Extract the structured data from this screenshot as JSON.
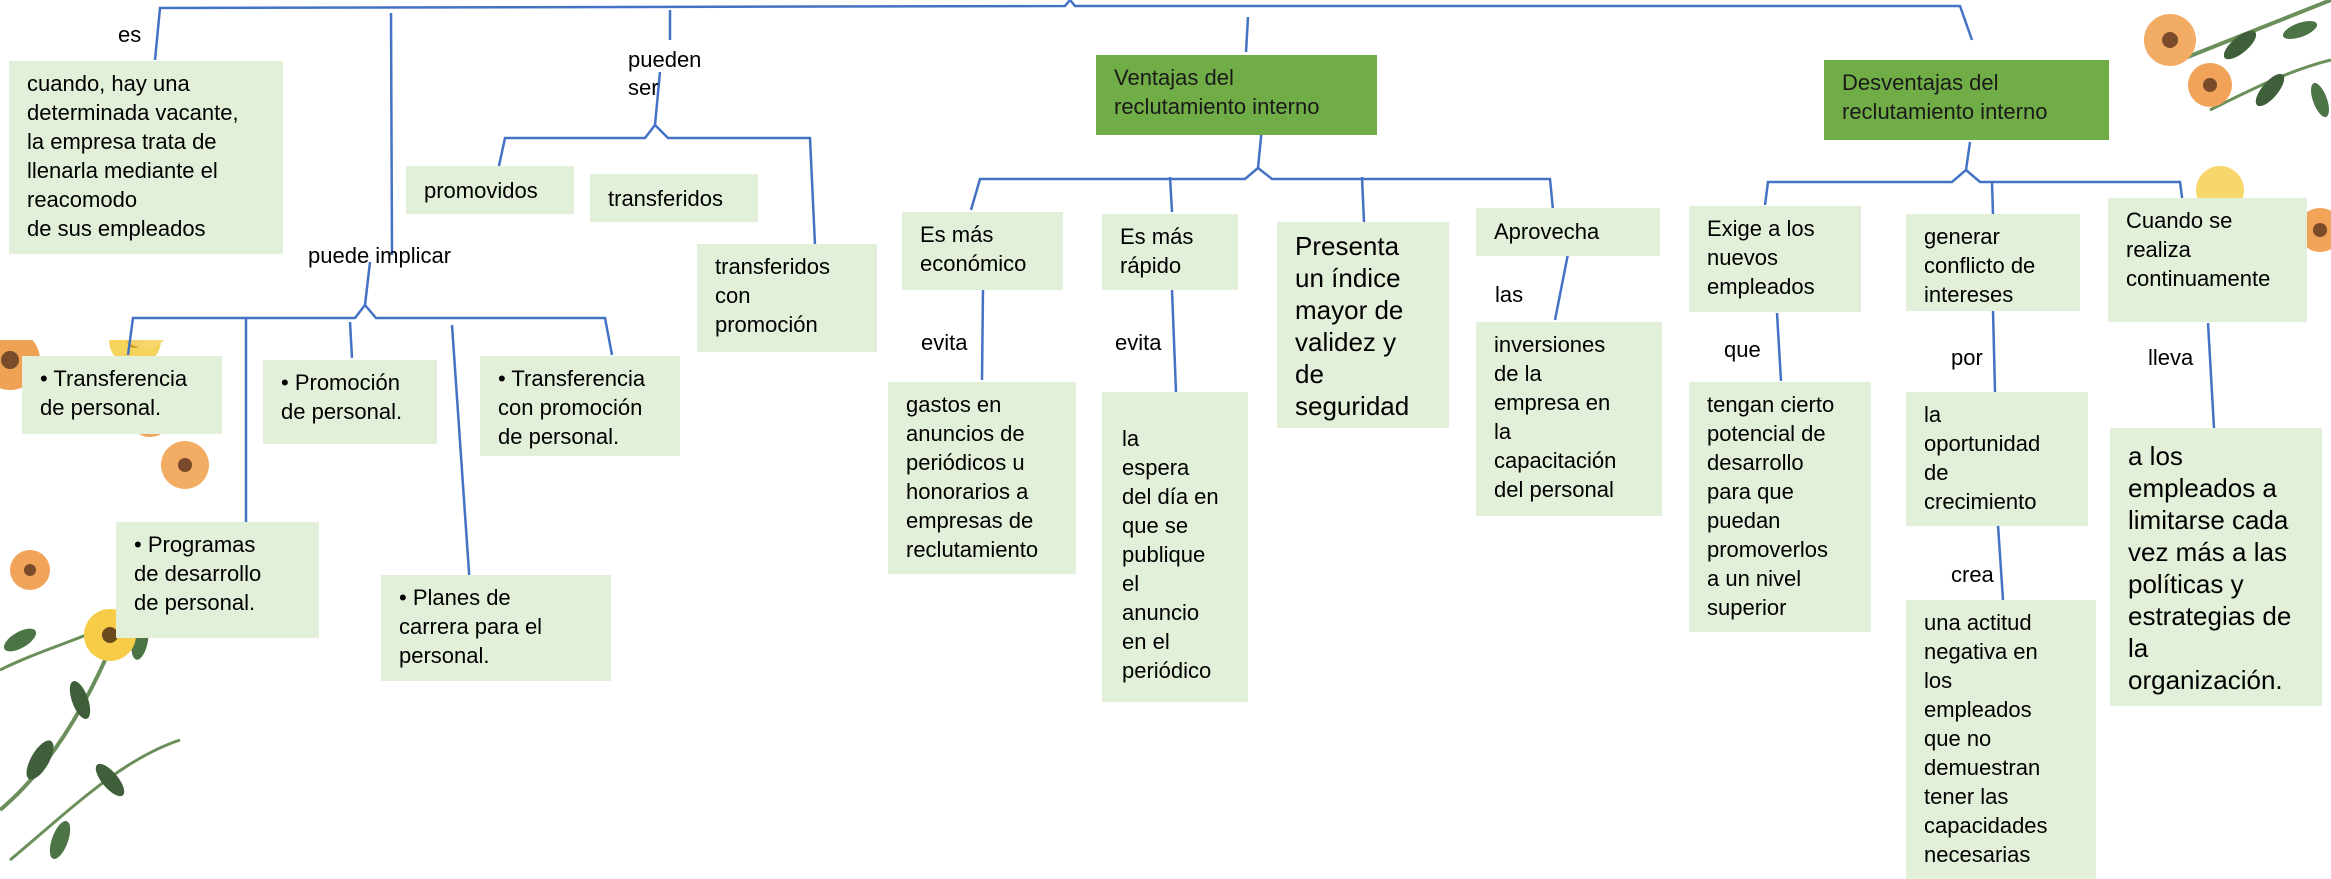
{
  "colors": {
    "connector": "#4472c4",
    "main_node": "#70ad47",
    "node": "#e2efd9"
  },
  "labels": {
    "es": "es",
    "pueden_ser": "pueden\nser",
    "puede_implicar": "puede implicar",
    "evita_1": "evita",
    "evita_2": "evita",
    "las": "las",
    "que": "que",
    "por": "por",
    "crea": "crea",
    "lleva": "lleva"
  },
  "nodes": {
    "definition": "cuando, hay una\ndeterminada vacante,\nla empresa trata de\nllenarla mediante el\nreacomodo\nde sus empleados",
    "promovidos": "promovidos",
    "transferidos": "transferidos",
    "transferidos_promocion": "transferidos\ncon\npromoción",
    "transferencia_personal": "• Transferencia\nde personal.",
    "promocion_personal": "• Promoción\nde personal.",
    "transferencia_promocion": "• Transferencia\ncon promoción\nde personal.",
    "programas_desarrollo": "• Programas\nde desarrollo\nde personal.",
    "planes_carrera": "• Planes de\ncarrera para el\npersonal.",
    "ventajas": "Ventajas del\nreclutamiento interno",
    "economico": "Es más\neconómico",
    "rapido": "Es más\nrápido",
    "validez": "Presenta\nun índice\nmayor de\nvalidez y\nde\nseguridad",
    "aprovecha": "Aprovecha",
    "gastos": "gastos en\nanuncios de\nperiódicos u\nhonorarios a\nempresas de\nreclutamiento",
    "espera": "la\nespera\ndel día en\nque se\npublique\nel\nanuncio\nen el\nperiódico",
    "inversiones": "inversiones\nde la\nempresa en\nla\ncapacitación\ndel personal",
    "desventajas": "Desventajas del\nreclutamiento interno",
    "exige": "Exige a los\nnuevos\nempleados",
    "conflicto": "generar\nconflicto de\nintereses",
    "continuamente": "Cuando se\nrealiza\ncontinuamente",
    "potencial": "tengan cierto\npotencial de\ndesarrollo\npara que\npuedan\npromoverlos\na un nivel\nsuperior",
    "oportunidad": "la\noportunidad\nde\ncrecimiento",
    "actitud": "una actitud\nnegativa en\nlos\nempleados\nque no\ndemuestran\ntener las\ncapacidades\nnecesarias",
    "limitarse": "a los\nempleados a\nlimitarse cada\nvez más a las\npolíticas y\nestrategias de\nla\norganización."
  }
}
